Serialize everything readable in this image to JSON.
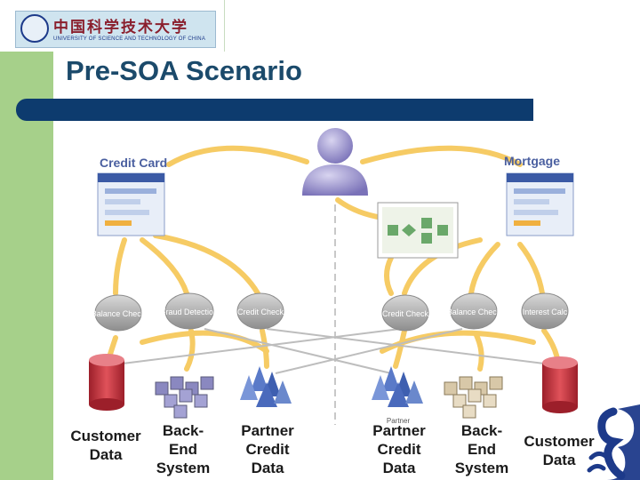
{
  "header": {
    "logo_cn": "中国科学技术大学",
    "logo_en": "UNIVERSITY OF SCIENCE AND TECHNOLOGY OF CHINA",
    "title": "Pre-SOA Scenario"
  },
  "diagram": {
    "credit_card_label": "Credit Card",
    "mortgage_label": "Mortgage",
    "left_services": [
      "Balance Check",
      "Fraud Detection",
      "Credit Check"
    ],
    "right_services": [
      "Credit Check",
      "Balance Check",
      "Interest Calc"
    ],
    "partner_tag": "Partner"
  },
  "bottom_labels": [
    "Customer\nData",
    "Back-\nEnd\nSystem",
    "Partner\nCredit\nData",
    "Partner\nCredit\nData",
    "Back-\nEnd\nSystem",
    "Customer\nData"
  ],
  "colors": {
    "sidebar": "#a6d08a",
    "title": "#1b4a6b",
    "rule": "#0d3b6e",
    "arrow": "#f5c24a",
    "dragon": "#1d3a8a"
  }
}
